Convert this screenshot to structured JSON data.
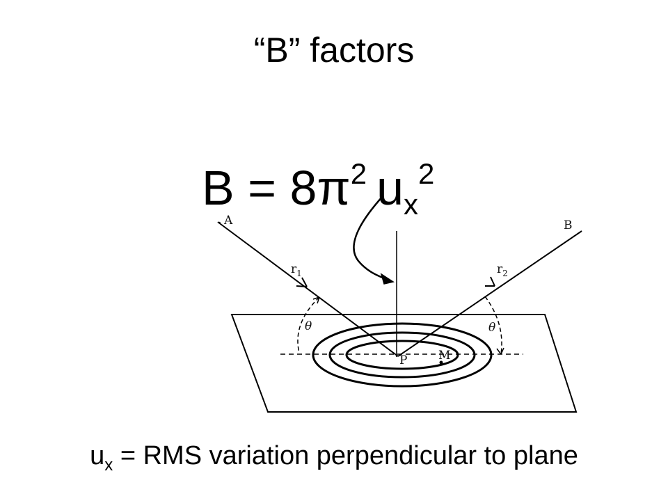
{
  "title": "“B” factors",
  "equation": {
    "lhs": "B = 8π",
    "pi_exponent": "2",
    "var": "u",
    "var_subscript": "x",
    "var_exponent": "2"
  },
  "diagram_labels": {
    "incident": "A",
    "reflected": "B",
    "r1": "r",
    "r1_sub": "1",
    "r2": "r",
    "r2_sub": "2",
    "theta_left": "θ",
    "theta_right": "θ",
    "point_p": "P",
    "point_m": "M"
  },
  "caption": {
    "var": "u",
    "var_subscript": "x",
    "text": " = RMS variation perpendicular to plane"
  }
}
